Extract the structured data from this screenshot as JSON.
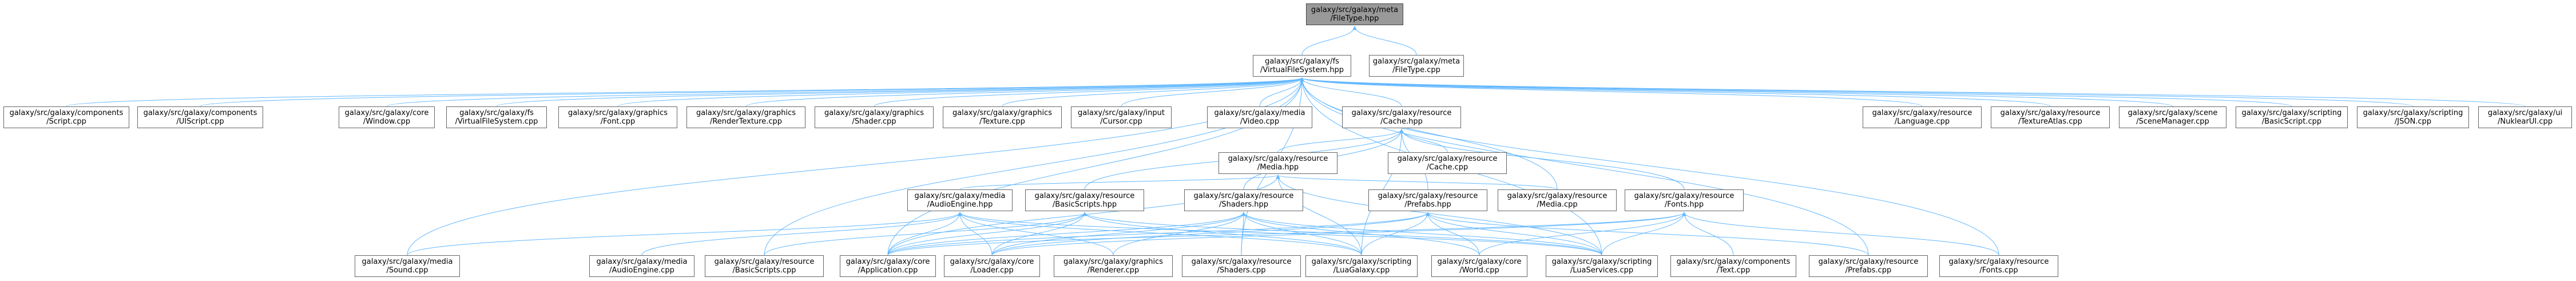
{
  "colors": {
    "edge": "#63b8ff",
    "node_border": "#666666",
    "root_fill": "#999999",
    "node_fill": "#ffffff"
  },
  "nodes": [
    {
      "id": "n_filetype_hpp",
      "lines": [
        "galaxy/src/galaxy/meta",
        "/FileType.hpp"
      ],
      "root": true
    },
    {
      "id": "n_vfs_hpp",
      "lines": [
        "galaxy/src/galaxy/fs",
        "/VirtualFileSystem.hpp"
      ]
    },
    {
      "id": "n_filetype_cpp",
      "lines": [
        "galaxy/src/galaxy/meta",
        "/FileType.cpp"
      ]
    },
    {
      "id": "n_script_cpp",
      "lines": [
        "galaxy/src/galaxy/components",
        "/Script.cpp"
      ]
    },
    {
      "id": "n_uiscript_cpp",
      "lines": [
        "galaxy/src/galaxy/components",
        "/UIScript.cpp"
      ]
    },
    {
      "id": "n_window_cpp",
      "lines": [
        "galaxy/src/galaxy/core",
        "/Window.cpp"
      ]
    },
    {
      "id": "n_vfs_cpp",
      "lines": [
        "galaxy/src/galaxy/fs",
        "/VirtualFileSystem.cpp"
      ]
    },
    {
      "id": "n_font_cpp",
      "lines": [
        "galaxy/src/galaxy/graphics",
        "/Font.cpp"
      ]
    },
    {
      "id": "n_rendertexture_cpp",
      "lines": [
        "galaxy/src/galaxy/graphics",
        "/RenderTexture.cpp"
      ]
    },
    {
      "id": "n_shader_cpp",
      "lines": [
        "galaxy/src/galaxy/graphics",
        "/Shader.cpp"
      ]
    },
    {
      "id": "n_texture_cpp",
      "lines": [
        "galaxy/src/galaxy/graphics",
        "/Texture.cpp"
      ]
    },
    {
      "id": "n_cursor_cpp",
      "lines": [
        "galaxy/src/galaxy/input",
        "/Cursor.cpp"
      ]
    },
    {
      "id": "n_video_cpp",
      "lines": [
        "galaxy/src/galaxy/media",
        "/Video.cpp"
      ]
    },
    {
      "id": "n_cache_hpp",
      "lines": [
        "galaxy/src/galaxy/resource",
        "/Cache.hpp"
      ]
    },
    {
      "id": "n_language_cpp",
      "lines": [
        "galaxy/src/galaxy/resource",
        "/Language.cpp"
      ]
    },
    {
      "id": "n_textureatlas_cpp",
      "lines": [
        "galaxy/src/galaxy/resource",
        "/TextureAtlas.cpp"
      ]
    },
    {
      "id": "n_scenemanager_cpp",
      "lines": [
        "galaxy/src/galaxy/scene",
        "/SceneManager.cpp"
      ]
    },
    {
      "id": "n_basicscript_cpp",
      "lines": [
        "galaxy/src/galaxy/scripting",
        "/BasicScript.cpp"
      ]
    },
    {
      "id": "n_json_cpp",
      "lines": [
        "galaxy/src/galaxy/scripting",
        "/JSON.cpp"
      ]
    },
    {
      "id": "n_nuklearui_cpp",
      "lines": [
        "galaxy/src/galaxy/ui",
        "/NuklearUI.cpp"
      ]
    },
    {
      "id": "n_media_hpp",
      "lines": [
        "galaxy/src/galaxy/resource",
        "/Media.hpp"
      ]
    },
    {
      "id": "n_cache_cpp",
      "lines": [
        "galaxy/src/galaxy/resource",
        "/Cache.cpp"
      ]
    },
    {
      "id": "n_audioengine_hpp",
      "lines": [
        "galaxy/src/galaxy/media",
        "/AudioEngine.hpp"
      ]
    },
    {
      "id": "n_basicscripts_hpp",
      "lines": [
        "galaxy/src/galaxy/resource",
        "/BasicScripts.hpp"
      ]
    },
    {
      "id": "n_shaders_hpp",
      "lines": [
        "galaxy/src/galaxy/resource",
        "/Shaders.hpp"
      ]
    },
    {
      "id": "n_prefabs_hpp",
      "lines": [
        "galaxy/src/galaxy/resource",
        "/Prefabs.hpp"
      ]
    },
    {
      "id": "n_media_cpp",
      "lines": [
        "galaxy/src/galaxy/resource",
        "/Media.cpp"
      ]
    },
    {
      "id": "n_fonts_hpp",
      "lines": [
        "galaxy/src/galaxy/resource",
        "/Fonts.hpp"
      ]
    },
    {
      "id": "n_sound_cpp",
      "lines": [
        "galaxy/src/galaxy/media",
        "/Sound.cpp"
      ]
    },
    {
      "id": "n_audioengine_cpp",
      "lines": [
        "galaxy/src/galaxy/media",
        "/AudioEngine.cpp"
      ]
    },
    {
      "id": "n_basicscripts_cpp",
      "lines": [
        "galaxy/src/galaxy/resource",
        "/BasicScripts.cpp"
      ]
    },
    {
      "id": "n_application_cpp",
      "lines": [
        "galaxy/src/galaxy/core",
        "/Application.cpp"
      ]
    },
    {
      "id": "n_loader_cpp",
      "lines": [
        "galaxy/src/galaxy/core",
        "/Loader.cpp"
      ]
    },
    {
      "id": "n_renderer_cpp",
      "lines": [
        "galaxy/src/galaxy/graphics",
        "/Renderer.cpp"
      ]
    },
    {
      "id": "n_shaders_cpp",
      "lines": [
        "galaxy/src/galaxy/resource",
        "/Shaders.cpp"
      ]
    },
    {
      "id": "n_luagalaxy_cpp",
      "lines": [
        "galaxy/src/galaxy/scripting",
        "/LuaGalaxy.cpp"
      ]
    },
    {
      "id": "n_world_cpp",
      "lines": [
        "galaxy/src/galaxy/core",
        "/World.cpp"
      ]
    },
    {
      "id": "n_luaservices_cpp",
      "lines": [
        "galaxy/src/galaxy/scripting",
        "/LuaServices.cpp"
      ]
    },
    {
      "id": "n_text_cpp",
      "lines": [
        "galaxy/src/galaxy/components",
        "/Text.cpp"
      ]
    },
    {
      "id": "n_prefabs_cpp",
      "lines": [
        "galaxy/src/galaxy/resource",
        "/Prefabs.cpp"
      ]
    },
    {
      "id": "n_fonts_cpp",
      "lines": [
        "galaxy/src/galaxy/resource",
        "/Fonts.cpp"
      ]
    }
  ],
  "edges": [
    [
      "n_vfs_hpp",
      "n_filetype_hpp"
    ],
    [
      "n_filetype_cpp",
      "n_filetype_hpp"
    ],
    [
      "n_script_cpp",
      "n_vfs_hpp"
    ],
    [
      "n_uiscript_cpp",
      "n_vfs_hpp"
    ],
    [
      "n_window_cpp",
      "n_vfs_hpp"
    ],
    [
      "n_vfs_cpp",
      "n_vfs_hpp"
    ],
    [
      "n_font_cpp",
      "n_vfs_hpp"
    ],
    [
      "n_rendertexture_cpp",
      "n_vfs_hpp"
    ],
    [
      "n_shader_cpp",
      "n_vfs_hpp"
    ],
    [
      "n_texture_cpp",
      "n_vfs_hpp"
    ],
    [
      "n_cursor_cpp",
      "n_vfs_hpp"
    ],
    [
      "n_video_cpp",
      "n_vfs_hpp"
    ],
    [
      "n_cache_hpp",
      "n_vfs_hpp"
    ],
    [
      "n_language_cpp",
      "n_vfs_hpp"
    ],
    [
      "n_textureatlas_cpp",
      "n_vfs_hpp"
    ],
    [
      "n_scenemanager_cpp",
      "n_vfs_hpp"
    ],
    [
      "n_basicscript_cpp",
      "n_vfs_hpp"
    ],
    [
      "n_json_cpp",
      "n_vfs_hpp"
    ],
    [
      "n_nuklearui_cpp",
      "n_vfs_hpp"
    ],
    [
      "n_sound_cpp",
      "n_vfs_hpp"
    ],
    [
      "n_basicscripts_cpp",
      "n_vfs_hpp"
    ],
    [
      "n_application_cpp",
      "n_vfs_hpp"
    ],
    [
      "n_media_cpp",
      "n_vfs_hpp"
    ],
    [
      "n_prefabs_cpp",
      "n_vfs_hpp"
    ],
    [
      "n_fonts_cpp",
      "n_vfs_hpp"
    ],
    [
      "n_shaders_cpp",
      "n_vfs_hpp"
    ],
    [
      "n_luaservices_cpp",
      "n_vfs_hpp"
    ],
    [
      "n_media_hpp",
      "n_cache_hpp"
    ],
    [
      "n_cache_cpp",
      "n_cache_hpp"
    ],
    [
      "n_basicscripts_hpp",
      "n_cache_hpp"
    ],
    [
      "n_shaders_hpp",
      "n_cache_hpp"
    ],
    [
      "n_prefabs_hpp",
      "n_cache_hpp"
    ],
    [
      "n_fonts_hpp",
      "n_cache_hpp"
    ],
    [
      "n_luagalaxy_cpp",
      "n_cache_hpp"
    ],
    [
      "n_audioengine_hpp",
      "n_media_hpp"
    ],
    [
      "n_media_cpp",
      "n_media_hpp"
    ],
    [
      "n_application_cpp",
      "n_media_hpp"
    ],
    [
      "n_luagalaxy_cpp",
      "n_media_hpp"
    ],
    [
      "n_luaservices_cpp",
      "n_media_hpp"
    ],
    [
      "n_sound_cpp",
      "n_audioengine_hpp"
    ],
    [
      "n_audioengine_cpp",
      "n_audioengine_hpp"
    ],
    [
      "n_application_cpp",
      "n_audioengine_hpp"
    ],
    [
      "n_loader_cpp",
      "n_audioengine_hpp"
    ],
    [
      "n_renderer_cpp",
      "n_audioengine_hpp"
    ],
    [
      "n_luagalaxy_cpp",
      "n_audioengine_hpp"
    ],
    [
      "n_luaservices_cpp",
      "n_audioengine_hpp"
    ],
    [
      "n_basicscripts_cpp",
      "n_basicscripts_hpp"
    ],
    [
      "n_application_cpp",
      "n_basicscripts_hpp"
    ],
    [
      "n_loader_cpp",
      "n_basicscripts_hpp"
    ],
    [
      "n_luagalaxy_cpp",
      "n_basicscripts_hpp"
    ],
    [
      "n_luaservices_cpp",
      "n_basicscripts_hpp"
    ],
    [
      "n_application_cpp",
      "n_shaders_hpp"
    ],
    [
      "n_loader_cpp",
      "n_shaders_hpp"
    ],
    [
      "n_renderer_cpp",
      "n_shaders_hpp"
    ],
    [
      "n_shaders_cpp",
      "n_shaders_hpp"
    ],
    [
      "n_luagalaxy_cpp",
      "n_shaders_hpp"
    ],
    [
      "n_world_cpp",
      "n_shaders_hpp"
    ],
    [
      "n_luaservices_cpp",
      "n_shaders_hpp"
    ],
    [
      "n_application_cpp",
      "n_prefabs_hpp"
    ],
    [
      "n_loader_cpp",
      "n_prefabs_hpp"
    ],
    [
      "n_luagalaxy_cpp",
      "n_prefabs_hpp"
    ],
    [
      "n_world_cpp",
      "n_prefabs_hpp"
    ],
    [
      "n_luaservices_cpp",
      "n_prefabs_hpp"
    ],
    [
      "n_prefabs_cpp",
      "n_prefabs_hpp"
    ],
    [
      "n_application_cpp",
      "n_fonts_hpp"
    ],
    [
      "n_loader_cpp",
      "n_fonts_hpp"
    ],
    [
      "n_luaservices_cpp",
      "n_fonts_hpp"
    ],
    [
      "n_text_cpp",
      "n_fonts_hpp"
    ],
    [
      "n_fonts_cpp",
      "n_fonts_hpp"
    ],
    [
      "n_world_cpp",
      "n_fonts_hpp"
    ]
  ]
}
